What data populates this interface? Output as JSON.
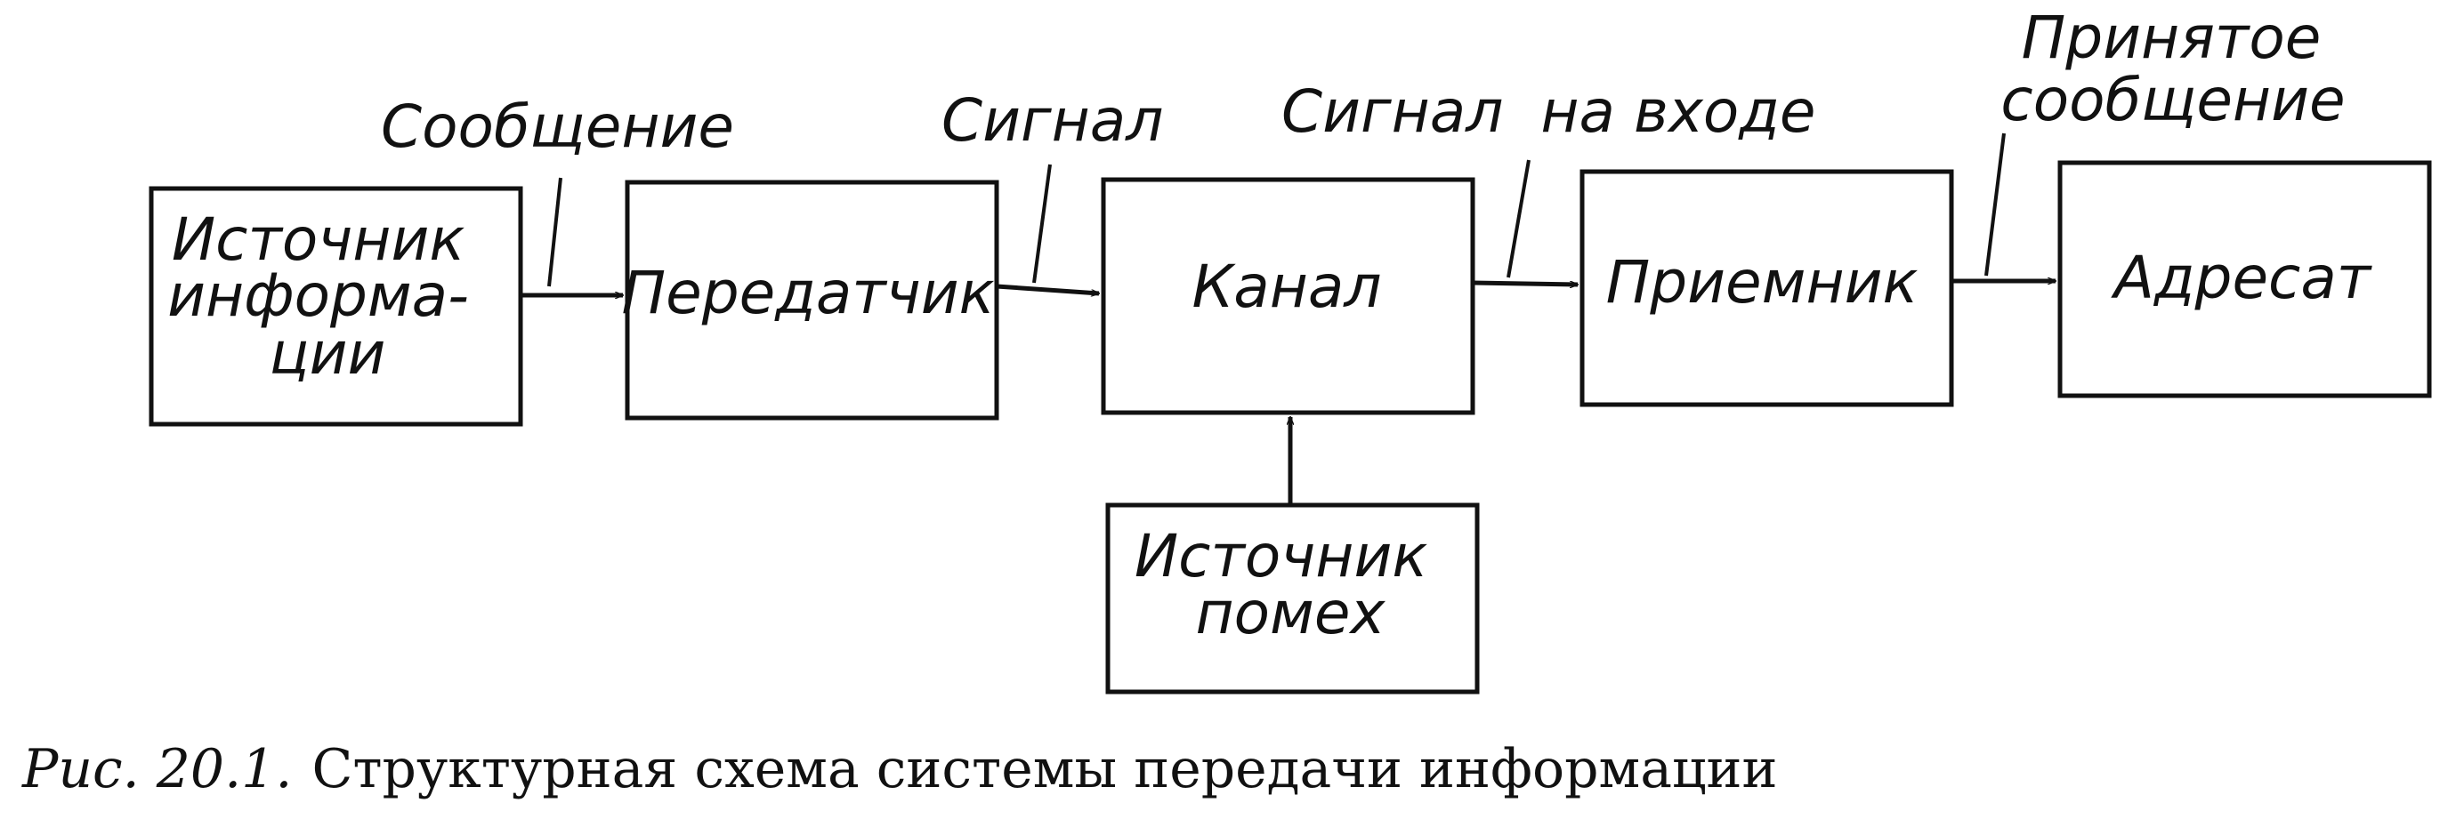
{
  "blocks": {
    "source": [
      "Источник",
      "информа-",
      "ции"
    ],
    "transmitter": [
      "Передатчик"
    ],
    "channel": [
      "Канал"
    ],
    "receiver": [
      "Приемник"
    ],
    "destination": [
      "Адресат"
    ],
    "noise": [
      "Источник",
      "помех"
    ]
  },
  "signals": {
    "message": "Сообщение",
    "signal": "Сигнал",
    "received_signal": "Сигнал  на входе",
    "received_message": [
      "Принятое",
      "сообщение"
    ]
  },
  "caption": {
    "figure": "Рис. 20.1.",
    "text": "Структурная схема системы передачи информации"
  }
}
